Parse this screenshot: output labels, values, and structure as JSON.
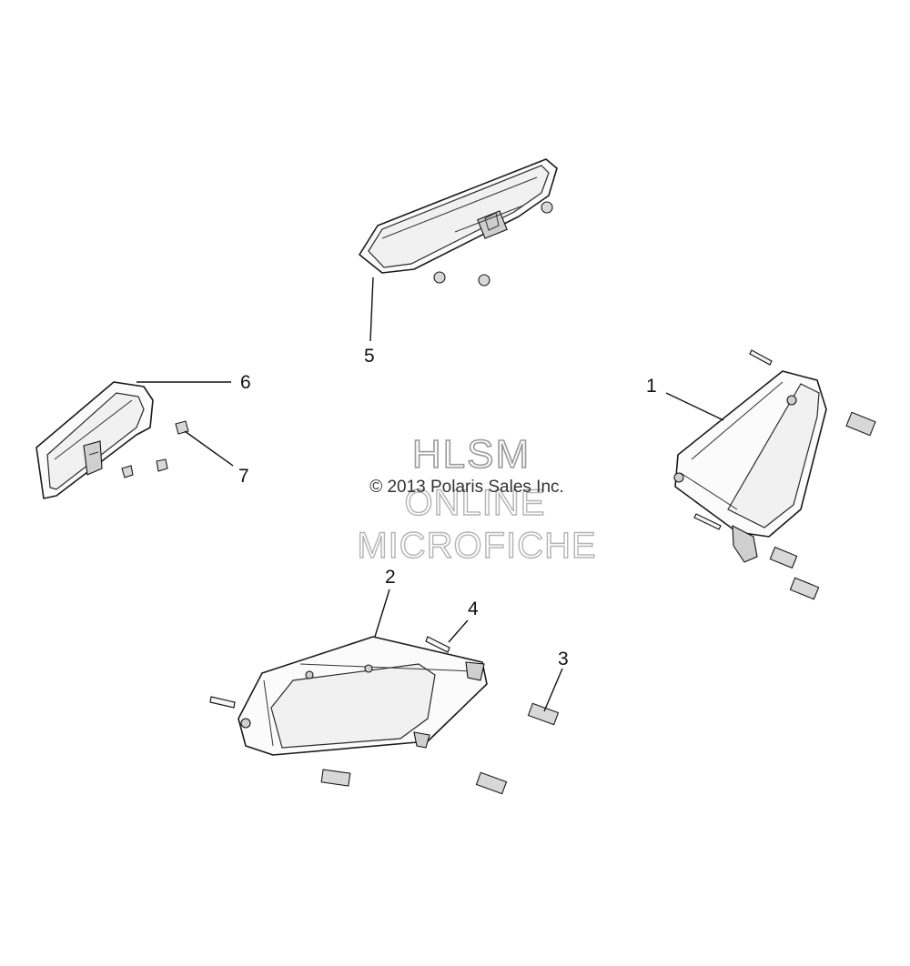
{
  "watermark": {
    "line1": "HLSM",
    "copyright": "© 2013 Polaris Sales Inc.",
    "line2": "ONLINE",
    "line3": "MICROFICHE"
  },
  "callouts": {
    "c1": "1",
    "c2": "2",
    "c3": "3",
    "c4": "4",
    "c5": "5",
    "c6": "6",
    "c7": "7"
  }
}
